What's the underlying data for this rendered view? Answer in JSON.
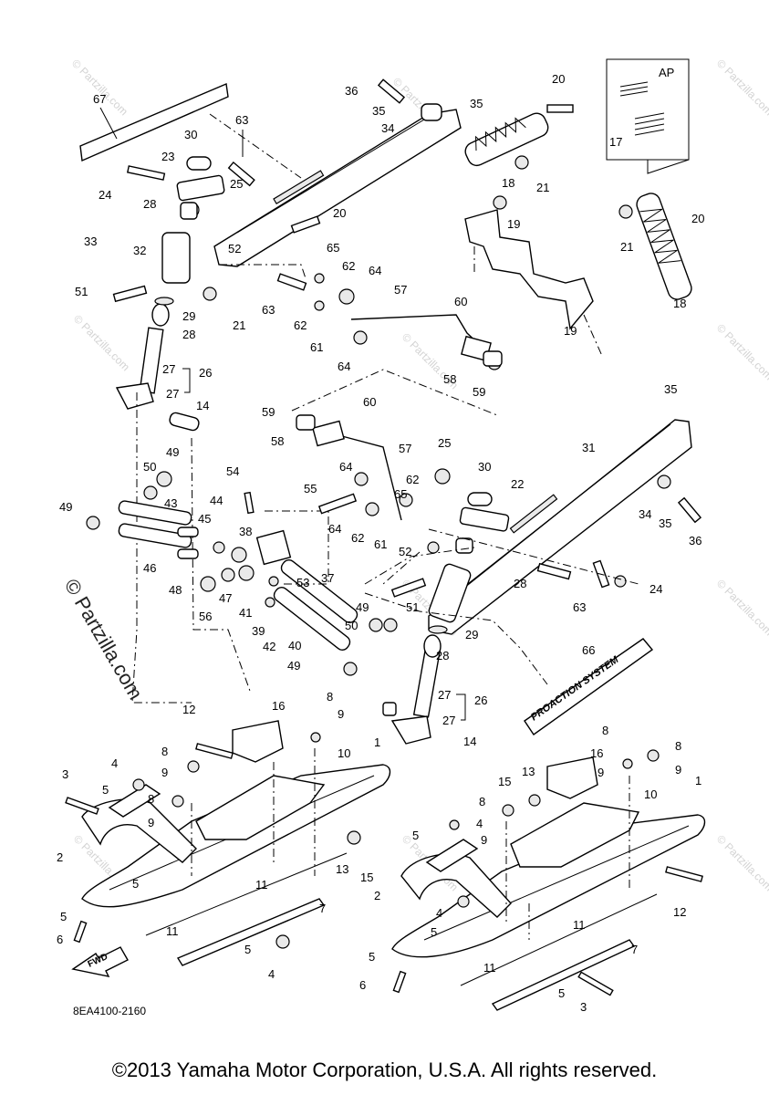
{
  "diagram": {
    "callouts": [
      "1",
      "2",
      "3",
      "4",
      "5",
      "6",
      "7",
      "8",
      "9",
      "10",
      "11",
      "12",
      "13",
      "14",
      "15",
      "16",
      "17",
      "18",
      "19",
      "20",
      "21",
      "22",
      "23",
      "24",
      "25",
      "26",
      "27",
      "28",
      "29",
      "30",
      "31",
      "32",
      "33",
      "34",
      "35",
      "36",
      "37",
      "38",
      "39",
      "40",
      "41",
      "42",
      "43",
      "44",
      "45",
      "46",
      "47",
      "48",
      "49",
      "50",
      "51",
      "52",
      "53",
      "54",
      "55",
      "56",
      "57",
      "58",
      "59",
      "60",
      "61",
      "62",
      "63",
      "64",
      "65",
      "66",
      "67"
    ],
    "ap_label": "AP",
    "fwd_label": "FWD",
    "decal_text": "PROACTION SYSTEM",
    "diagram_code": "8EA4100-2160",
    "watermark_side": "© Partzilla.com",
    "watermark_tile": "© Partzilla.com"
  },
  "footer": {
    "copyright": "©2013 Yamaha Motor Corporation, U.S.A. All rights reserved."
  }
}
